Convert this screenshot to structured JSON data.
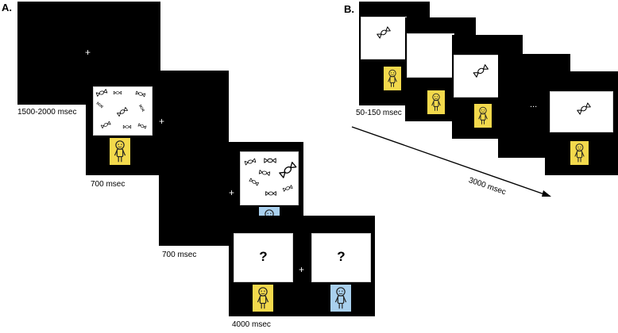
{
  "panels": {
    "a": "A.",
    "b": "B."
  },
  "panel_a": {
    "durations": [
      "1500-2000 msec",
      "700 msec",
      "700 msec",
      "4000 msec"
    ],
    "fixation": "+",
    "question_mark": "?"
  },
  "panel_b": {
    "durations": [
      "50-150 msec",
      "3000 msec"
    ],
    "ellipsis": "..."
  },
  "colors": {
    "screen": "#000000",
    "yellow_figure": "#f3d94c",
    "blue_figure": "#a9d0ee"
  }
}
